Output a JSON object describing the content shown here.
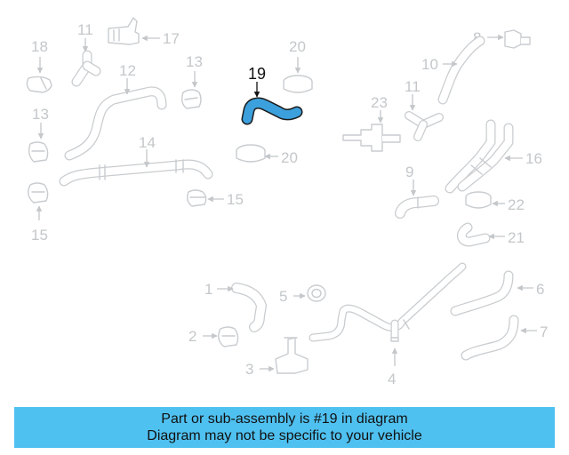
{
  "diagram": {
    "highlighted_part": "19",
    "labels": [
      "1",
      "2",
      "3",
      "4",
      "5",
      "6",
      "7",
      "8",
      "9",
      "10",
      "11",
      "11",
      "12",
      "13",
      "13",
      "14",
      "15",
      "15",
      "16",
      "17",
      "18",
      "19",
      "20",
      "20",
      "21",
      "22",
      "23"
    ]
  },
  "banner": {
    "line1": "Part or sub-assembly is #19 in diagram",
    "line2": "Diagram may not be specific to your vehicle"
  },
  "colors": {
    "banner_bg": "#4fc1f1",
    "highlight_fill": "#3ca0dc",
    "part_outline": "#c9cccf"
  }
}
